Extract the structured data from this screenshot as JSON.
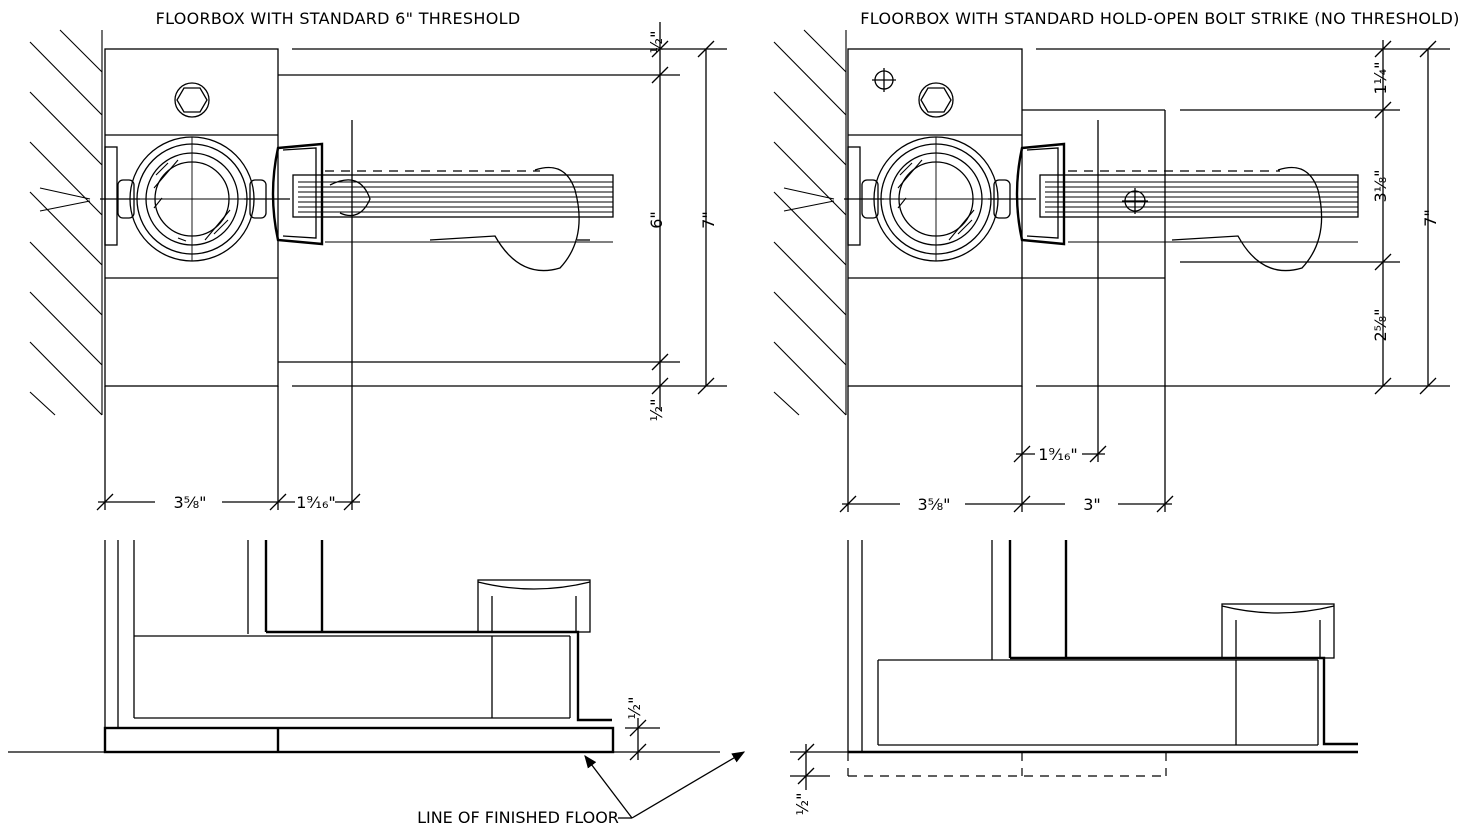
{
  "left": {
    "title": "FLOORBOX WITH STANDARD 6\" THRESHOLD",
    "dims": {
      "top_half": "½\"",
      "bottom_half": "½\"",
      "six": "6\"",
      "seven": "7\"",
      "width_a": "3⅝\"",
      "width_b": "1⁹⁄₁₆\"",
      "threshold_half": "½\""
    }
  },
  "right": {
    "title": "FLOORBOX WITH STANDARD HOLD-OPEN BOLT STRIKE (NO THRESHOLD)",
    "dims": {
      "quarter": "1¼\"",
      "three_eighth": "3⅛\"",
      "two_five_eighth": "2⅝\"",
      "seven": "7\"",
      "offset": "1⁹⁄₁₆\"",
      "width_a": "3⅝\"",
      "width_b": "3\"",
      "recess_half": "½\""
    }
  },
  "callout": {
    "label": "LINE OF FINISHED FLOOR"
  }
}
